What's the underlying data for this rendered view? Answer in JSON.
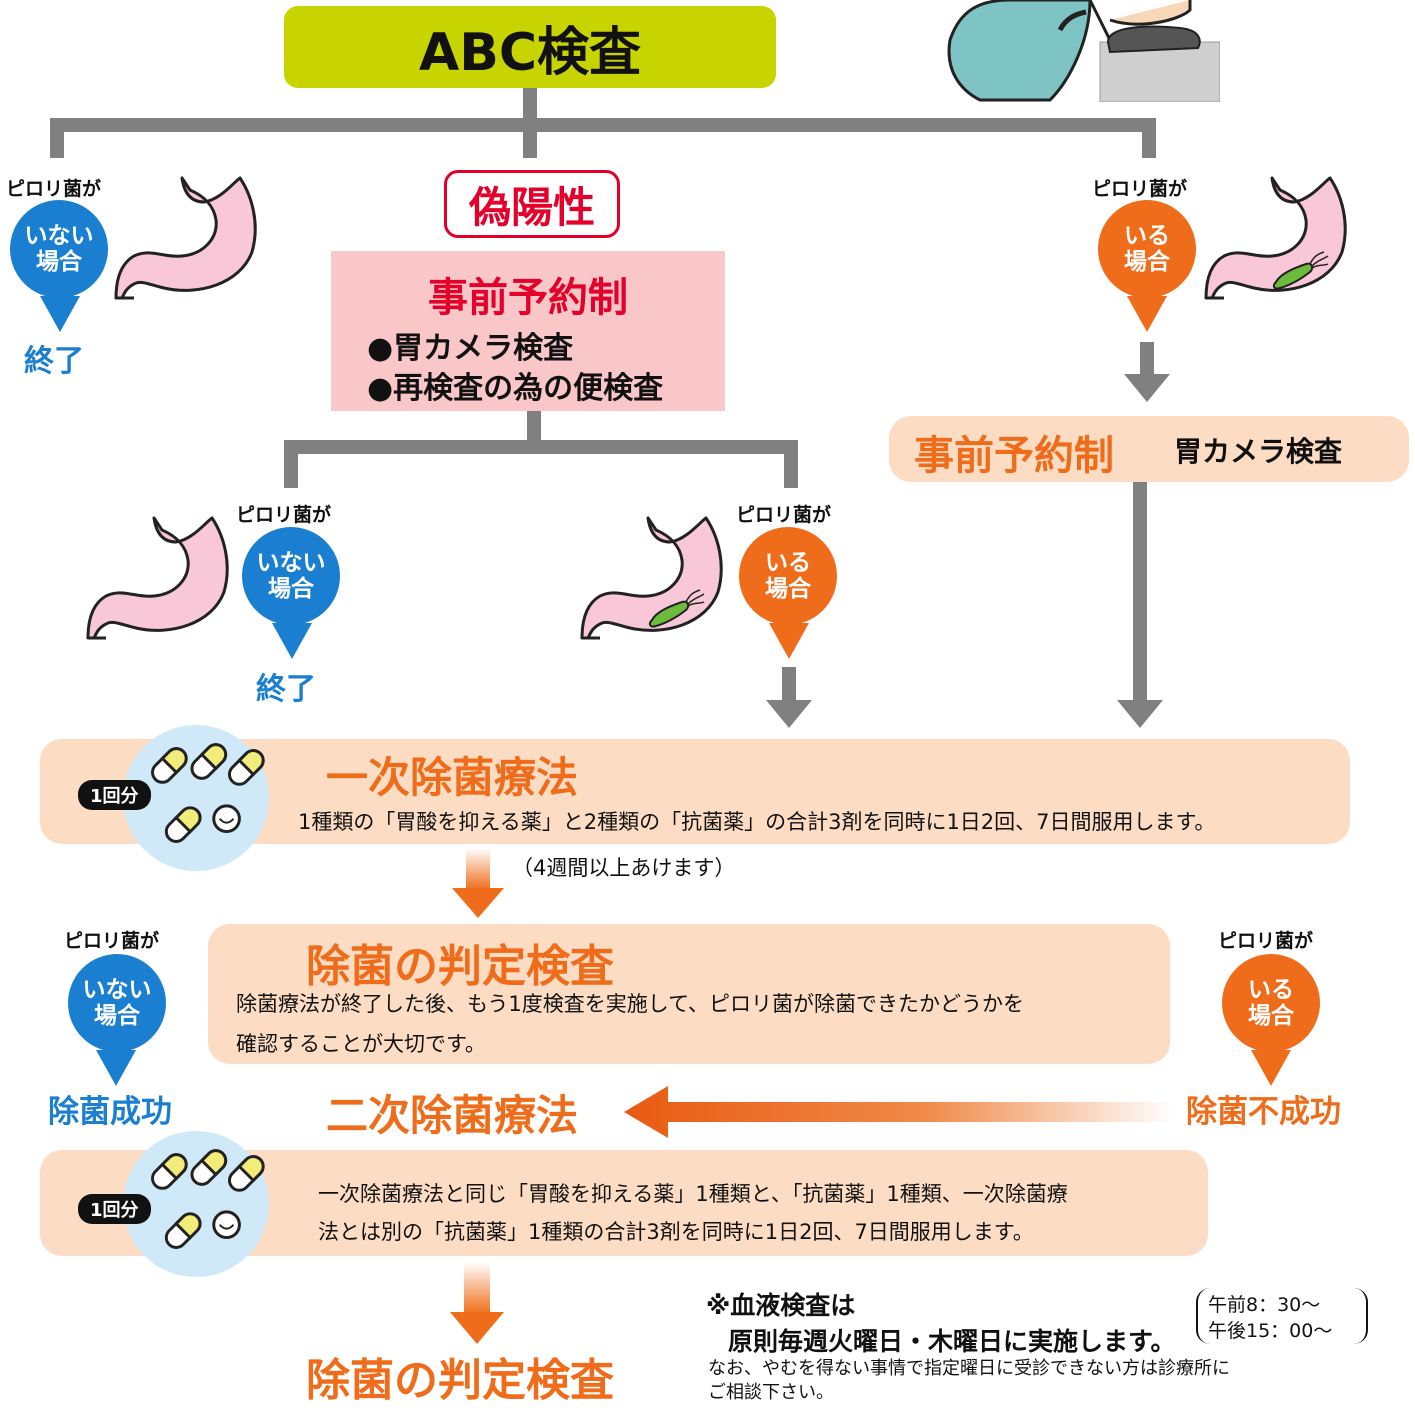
{
  "title": "ABC検査",
  "false_positive": "偽陽性",
  "reservation_box": {
    "heading": "事前予約制",
    "items": [
      "●胃カメラ検査",
      "●再検査の為の便検査"
    ]
  },
  "right_reservation": {
    "heading": "事前予約制",
    "text": "胃カメラ検査"
  },
  "pylori_label": "ピロリ菌が",
  "absent_case": [
    "いない",
    "場合"
  ],
  "present_case": [
    "いる",
    "場合"
  ],
  "end_label": "終了",
  "primary": {
    "title": "一次除菌療法",
    "badge": "1回分",
    "text": "1種類の「胃酸を抑える薬」と2種類の「抗菌薬」の合計3剤を同時に1日2回、7日間服用します。"
  },
  "interval_note": "（4週間以上あけます）",
  "judgement": {
    "title": "除菌の判定検査",
    "text_line1": "除菌療法が終了した後、もう1度検査を実施して、ピロリ菌が除菌できたかどうかを",
    "text_line2": "確認することが大切です。"
  },
  "success_label": "除菌成功",
  "failure_label": "除菌不成功",
  "secondary": {
    "title": "二次除菌療法",
    "badge": "1回分",
    "text_line1": "一次除菌療法と同じ「胃酸を抑える薬」1種類と、「抗菌薬」1種類、一次除菌療",
    "text_line2": "法とは別の「抗菌薬」1種類の合計3剤を同時に1日2回、7日間服用します。"
  },
  "final_judgement": "除菌の判定検査",
  "blood_note": {
    "line1": "※血液検査は",
    "line2": "原則毎週火曜日・木曜日に実施します。",
    "time1": "午前8：30～",
    "time2": "午後15：00～",
    "line3": "なお、やむを得ない事情で指定曜日に受診できない方は診療所に",
    "line4": "ご相談下さい。"
  },
  "colors": {
    "lime": "#c8d400",
    "blue": "#1a7fd0",
    "orange": "#ef6c1a",
    "red": "#e4002b",
    "peach": "#fddcc4",
    "pink": "#f9c7c7",
    "gray": "#808080"
  }
}
